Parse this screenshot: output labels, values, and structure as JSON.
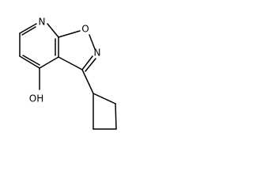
{
  "molecule": {
    "atoms": {
      "n_pyridine": "N",
      "o_isoxazole": "O",
      "n_isoxazole": "N",
      "hydroxyl": "OH"
    }
  }
}
